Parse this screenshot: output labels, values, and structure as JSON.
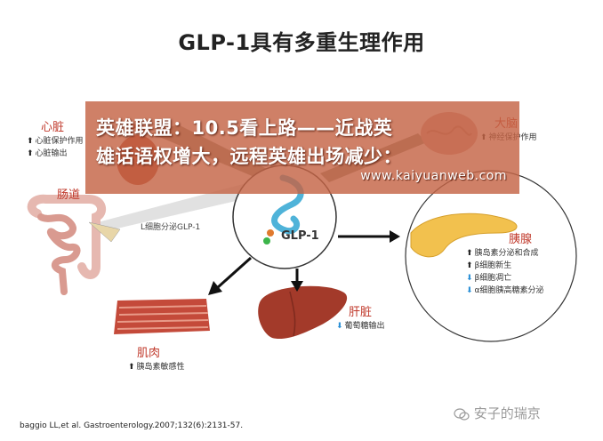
{
  "title": "GLP-1具有多重生理作用",
  "overlay": {
    "line1": "英雄联盟：10.5看上路——近战英",
    "line2": "雄话语权增大，远程英雄出场减少：",
    "url": "www.kaiyuanweb.com"
  },
  "center": {
    "glp_label": "GLP-1",
    "l_cell_label": "L细胞分泌GLP-1"
  },
  "heart": {
    "label": "心脏",
    "effects": [
      {
        "dir": "up",
        "text": "心脏保护作用"
      },
      {
        "dir": "up",
        "text": "心脏输出"
      }
    ]
  },
  "brain": {
    "label": "大脑",
    "effects": [
      {
        "dir": "up",
        "text": "神经保护作用"
      }
    ]
  },
  "intestine": {
    "label": "肠道"
  },
  "pancreas": {
    "label": "胰腺",
    "effects": [
      {
        "dir": "up",
        "text": "胰岛素分泌和合成"
      },
      {
        "dir": "up",
        "text": "β细胞新生"
      },
      {
        "dir": "down",
        "text": "β细胞凋亡"
      },
      {
        "dir": "down",
        "text": "α细胞胰高糖素分泌"
      }
    ]
  },
  "muscle": {
    "label": "肌肉",
    "effects": [
      {
        "dir": "up",
        "text": "胰岛素敏感性"
      }
    ]
  },
  "liver": {
    "label": "肝脏",
    "effects": [
      {
        "dir": "down",
        "text": "葡萄糖输出"
      }
    ]
  },
  "citation": "baggio LL,et al. Gastroenterology.2007;132(6):2131-57.",
  "watermark": "安子的瑞京",
  "colors": {
    "organ_red": "#b5452e",
    "label_red": "#c0392b",
    "pancreas_yellow": "#f2c14e",
    "glp_blue": "#4fb3d9",
    "down_arrow_blue": "#2a8fd6",
    "overlay_bg": "#c46446"
  }
}
